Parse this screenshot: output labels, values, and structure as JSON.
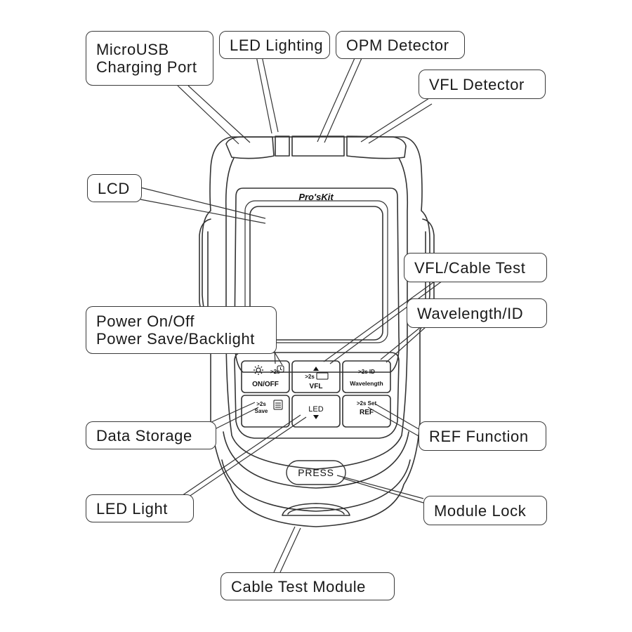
{
  "callouts": {
    "microusb": [
      "MicroUSB",
      "Charging Port"
    ],
    "led_lighting": "LED Lighting",
    "opm": "OPM Detector",
    "vfl_detector": "VFL Detector",
    "lcd": "LCD",
    "vfl_cable": "VFL/Cable Test",
    "wavelength_id": "Wavelength/ID",
    "power": [
      "Power On/Off",
      "Power Save/Backlight"
    ],
    "data_storage": "Data Storage",
    "ref_function": "REF Function",
    "led_light": "LED Light",
    "module_lock": "Module Lock",
    "cable_module": "Cable Test Module"
  },
  "device": {
    "brand": "Pro'sKit",
    "buttons": {
      "onoff": {
        "top": ">2s",
        "main": "ON/OFF"
      },
      "vfl": {
        "top": ">2s",
        "main": "VFL"
      },
      "wavelength": {
        "top": ">2s ID",
        "main": "Wavelength"
      },
      "save": {
        "top": ">2s",
        "main": "Save"
      },
      "led": {
        "main": "LED"
      },
      "ref": {
        "top": ">2s Set",
        "main": "REF"
      }
    },
    "press_label": "PRESS"
  }
}
